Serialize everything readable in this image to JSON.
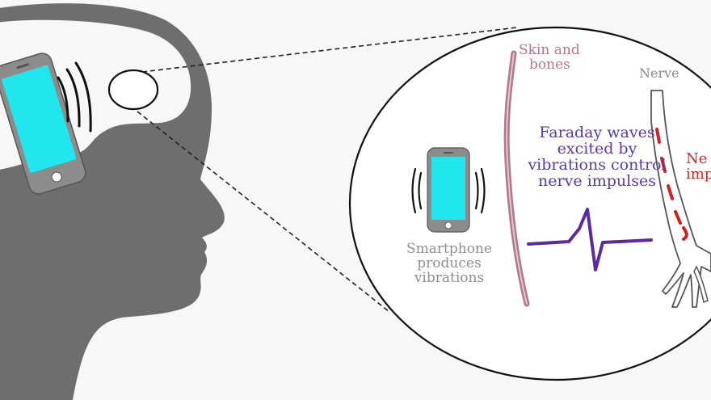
{
  "labels": {
    "skin_line1": "Skin and",
    "skin_line2": "bones",
    "nerve": "Nerve",
    "faraday_line1": "Faraday waves",
    "faraday_line2": "excited by",
    "faraday_line3": "vibrations control",
    "faraday_line4": "nerve impulses",
    "phone_line1": "Smartphone",
    "phone_line2": "produces",
    "phone_line3": "vibrations",
    "impulse_line1": "Ne",
    "impulse_line2": "imp"
  },
  "colors": {
    "head": "#6e6e6e",
    "background": "#f7f7f7",
    "screen": "#22e6ee",
    "phone_frame": "#8c8c8c",
    "skin": "#b07a8c",
    "wave": "#5c2aa0",
    "impulse": "#d02020",
    "ellipse_stroke": "#111111"
  },
  "icons": {
    "head": "human-head-silhouette",
    "phone_large": "smartphone-icon",
    "phone_small": "smartphone-icon",
    "vibration": "vibration-waves-icon",
    "nerve": "nerve-fiber-icon"
  }
}
